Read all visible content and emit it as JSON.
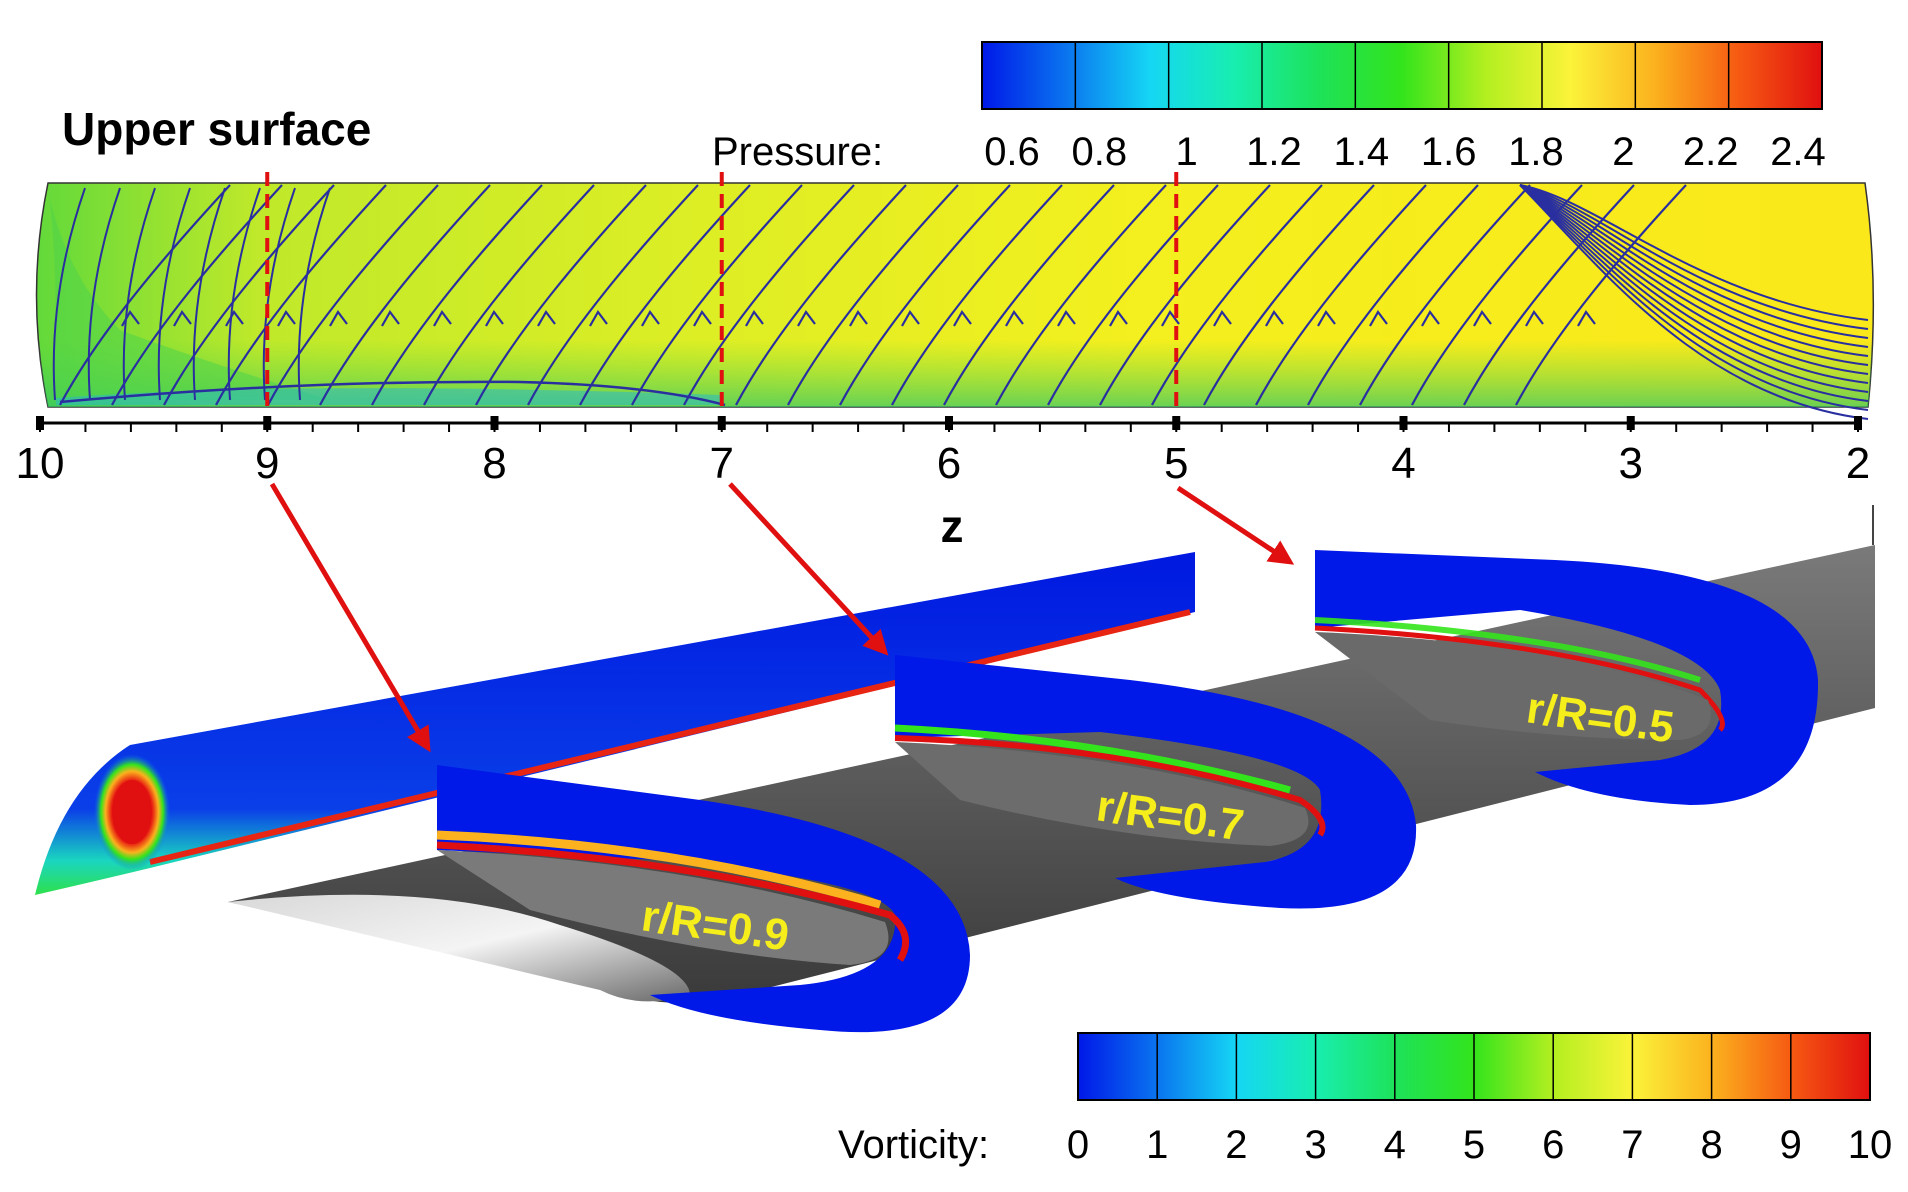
{
  "title": "Upper surface",
  "colorbars": {
    "pressure": {
      "label": "Pressure:",
      "ticks": [
        "0.6",
        "0.8",
        "1",
        "1.2",
        "1.4",
        "1.6",
        "1.8",
        "2",
        "2.2",
        "2.4"
      ],
      "range": [
        0.6,
        2.4
      ]
    },
    "vorticity": {
      "label": "Vorticity:",
      "ticks": [
        "0",
        "1",
        "2",
        "3",
        "4",
        "5",
        "6",
        "7",
        "8",
        "9",
        "10"
      ],
      "range": [
        0,
        10
      ]
    }
  },
  "colormap": [
    "#0018e8",
    "#0a74ef",
    "#15d6f4",
    "#18eeb0",
    "#1de25a",
    "#33e41c",
    "#b3ef20",
    "#fbf33a",
    "#fbb21e",
    "#f65a12",
    "#e01010"
  ],
  "z_axis": {
    "label": "z",
    "ticks": [
      "10",
      "9",
      "8",
      "7",
      "6",
      "5",
      "4",
      "3",
      "2"
    ],
    "range": [
      10,
      2
    ],
    "reference_lines": [
      9,
      7,
      5
    ]
  },
  "sections": [
    {
      "label": "r/R=0.9",
      "z": 9
    },
    {
      "label": "r/R=0.7",
      "z": 7
    },
    {
      "label": "r/R=0.5",
      "z": 5
    }
  ]
}
